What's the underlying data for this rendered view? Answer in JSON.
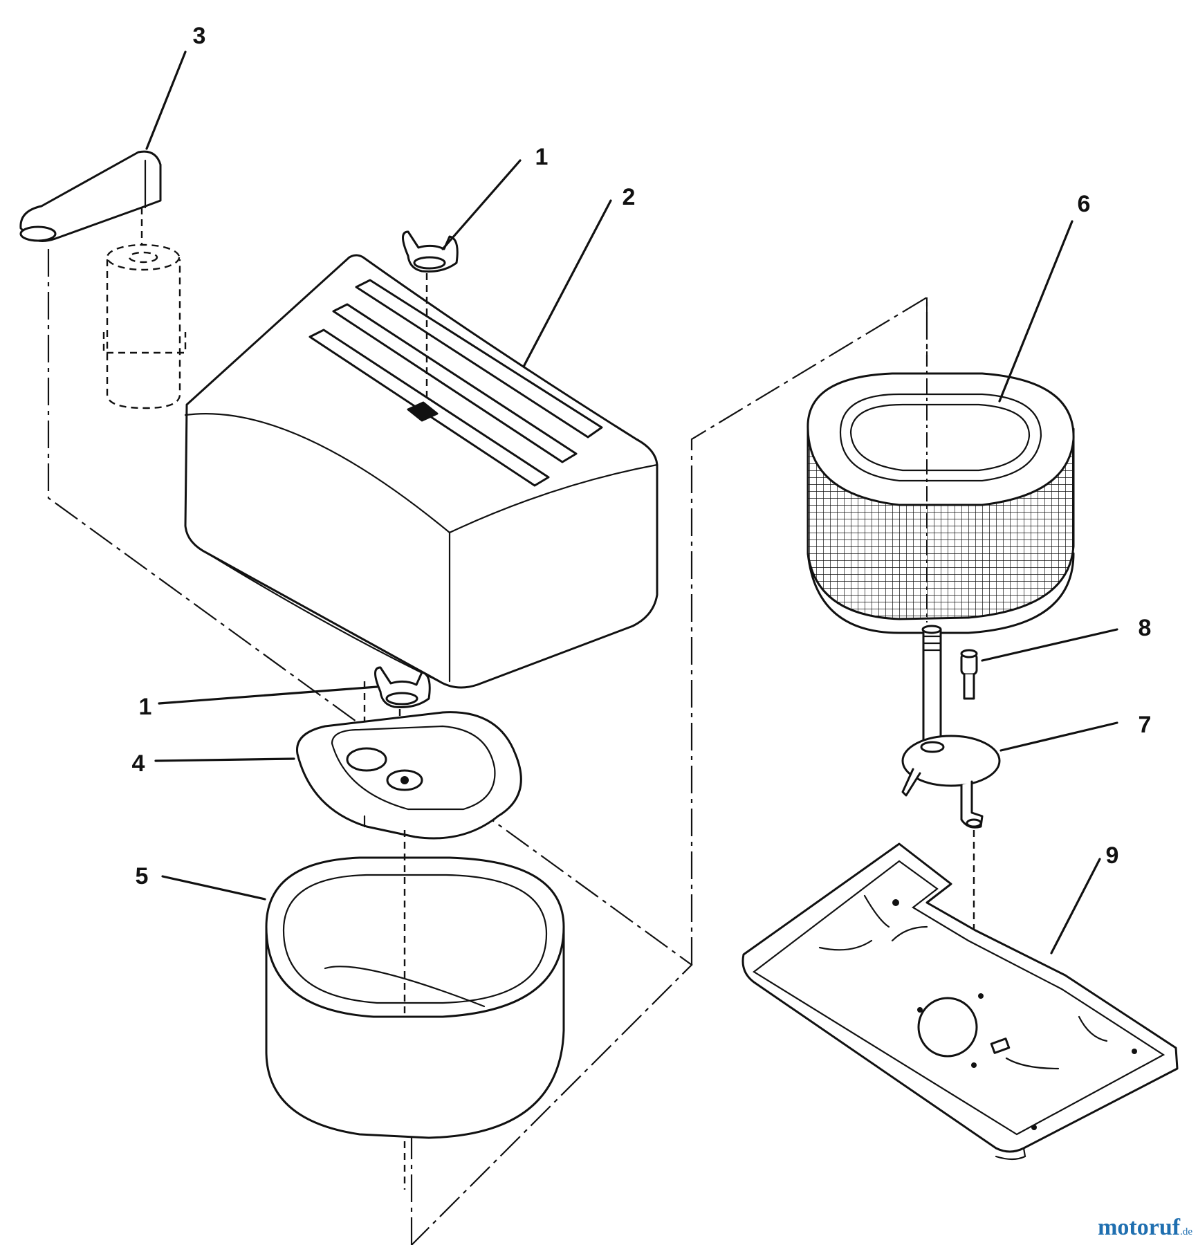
{
  "diagram": {
    "callouts": [
      {
        "id": "callout-1-top",
        "label": "1"
      },
      {
        "id": "callout-2",
        "label": "2"
      },
      {
        "id": "callout-3",
        "label": "3"
      },
      {
        "id": "callout-1-bottom",
        "label": "1"
      },
      {
        "id": "callout-4",
        "label": "4"
      },
      {
        "id": "callout-5",
        "label": "5"
      },
      {
        "id": "callout-6",
        "label": "6"
      },
      {
        "id": "callout-7",
        "label": "7"
      },
      {
        "id": "callout-8",
        "label": "8"
      },
      {
        "id": "callout-9",
        "label": "9"
      }
    ]
  },
  "watermark": {
    "brand": "motoruf",
    "suffix": ".de"
  }
}
